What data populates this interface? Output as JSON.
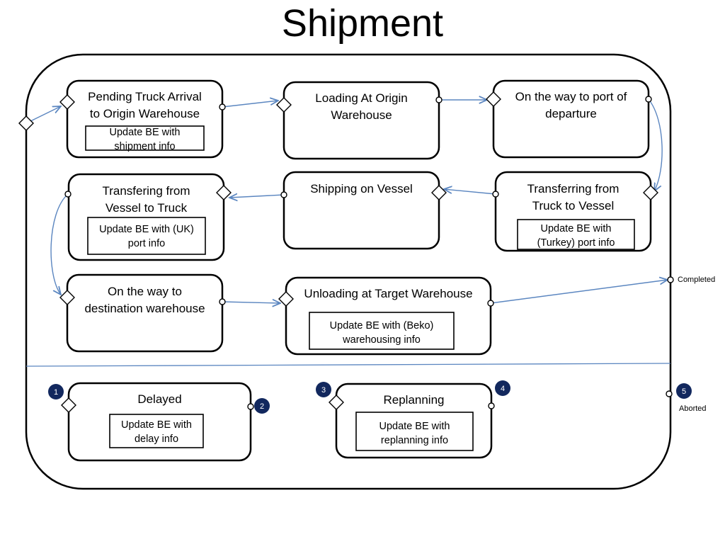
{
  "title": "Shipment",
  "colors": {
    "arrow": "#5b86c0",
    "badge": "#12285e"
  },
  "states": [
    {
      "id": "pending",
      "lines": [
        "Pending Truck Arrival",
        "to Origin Warehouse"
      ],
      "info": [
        "Update BE with",
        "shipment info"
      ]
    },
    {
      "id": "loading",
      "lines": [
        "Loading At Origin",
        "Warehouse"
      ],
      "info": []
    },
    {
      "id": "port-departure",
      "lines": [
        "On the way to port of",
        "departure"
      ],
      "info": []
    },
    {
      "id": "truck-to-vessel",
      "lines": [
        "Transferring from",
        "Truck to Vessel"
      ],
      "info": [
        "Update BE with",
        "(Turkey) port info"
      ]
    },
    {
      "id": "shipping",
      "lines": [
        "Shipping on Vessel"
      ],
      "info": []
    },
    {
      "id": "vessel-to-truck",
      "lines": [
        "Transfering from",
        "Vessel to Truck"
      ],
      "info": [
        "Update BE with (UK)",
        "port info"
      ]
    },
    {
      "id": "to-destination",
      "lines": [
        "On the way to",
        "destination warehouse"
      ],
      "info": []
    },
    {
      "id": "unloading",
      "lines": [
        "Unloading at Target Warehouse"
      ],
      "info": [
        "Update BE with (Beko)",
        "warehousing info"
      ]
    },
    {
      "id": "delayed",
      "lines": [
        "Delayed"
      ],
      "info": [
        "Update BE with",
        "delay info"
      ]
    },
    {
      "id": "replanning",
      "lines": [
        "Replanning"
      ],
      "info": [
        "Update BE with",
        "replanning info"
      ]
    }
  ],
  "exits": {
    "completed": "Completed",
    "aborted": "Aborted"
  },
  "badges": [
    "1",
    "2",
    "3",
    "4",
    "5"
  ]
}
